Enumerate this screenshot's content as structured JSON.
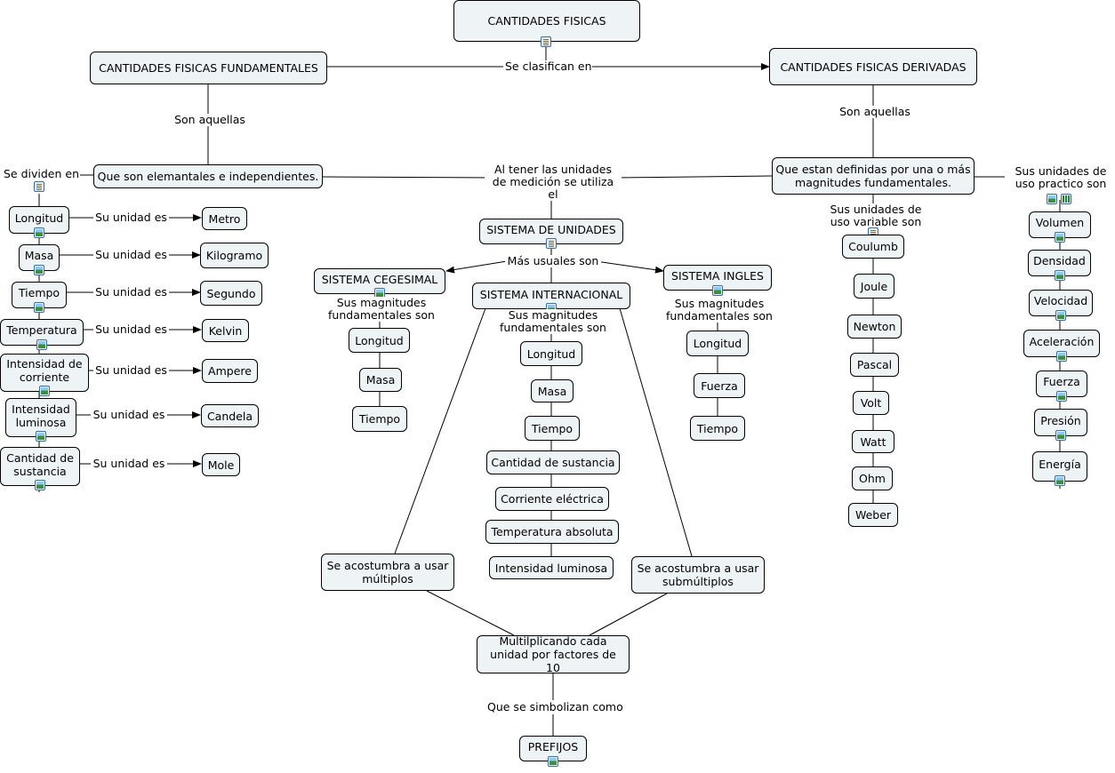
{
  "title": "CANTIDADES FISICAS",
  "fundamentales": {
    "title": "CANTIDADES FISICAS FUNDAMENTALES",
    "link_clasifican": "Se clasifican en",
    "link_aquellas": "Son aquellas",
    "desc": "Que son elemantales e independientes.",
    "link_dividen": "Se dividen en",
    "link_unidad": "Su unidad es",
    "items": [
      {
        "name": "Longitud",
        "unit": "Metro"
      },
      {
        "name": "Masa",
        "unit": "Kilogramo"
      },
      {
        "name": "Tiempo",
        "unit": "Segundo"
      },
      {
        "name": "Temperatura",
        "unit": "Kelvin"
      },
      {
        "name": "Intensidad de corriente",
        "unit": "Ampere"
      },
      {
        "name": "Intensidad luminosa",
        "unit": "Candela"
      },
      {
        "name": "Cantidad de sustancia",
        "unit": "Mole"
      }
    ]
  },
  "derivadas": {
    "title": "CANTIDADES FISICAS DERIVADAS",
    "link_aquellas": "Son aquellas",
    "desc": "Que estan definidas por una o más magnitudes fundamentales.",
    "link_variable": "Sus unidades de uso variable son",
    "variable_units": [
      "Coulumb",
      "Joule",
      "Newton",
      "Pascal",
      "Volt",
      "Watt",
      "Ohm",
      "Weber"
    ],
    "link_practico": "Sus unidades de uso practico son",
    "practico_units": [
      "Volumen",
      "Densidad",
      "Velocidad",
      "Aceleración",
      "Fuerza",
      "Presión",
      "Energía"
    ]
  },
  "sistema": {
    "link_tener": "Al tener las unidades de medición se utiliza el",
    "title": "SISTEMA DE UNIDADES",
    "link_usuales": "Más usuales son",
    "link_magnitudes": "Sus magnitudes fundamentales son",
    "cegesimal": {
      "title": "SISTEMA CEGESIMAL",
      "items": [
        "Longitud",
        "Masa",
        "Tiempo"
      ]
    },
    "internacional": {
      "title": "SISTEMA INTERNACIONAL",
      "items": [
        "Longitud",
        "Masa",
        "Tiempo",
        "Cantidad de sustancia",
        "Corriente eléctrica",
        "Temperatura absoluta",
        "Intensidad luminosa"
      ]
    },
    "ingles": {
      "title": "SISTEMA INGLES",
      "items": [
        "Longitud",
        "Fuerza",
        "Tiempo"
      ]
    }
  },
  "multiplos": "Se acostumbra a usar múltiplos",
  "submultiplos": "Se acostumbra a usar submúltiplos",
  "multiplicando": "Multilplicando cada unidad por factores de 10",
  "link_simbolizan": "Que se simbolizan como",
  "prefijos": "PREFIJOS"
}
